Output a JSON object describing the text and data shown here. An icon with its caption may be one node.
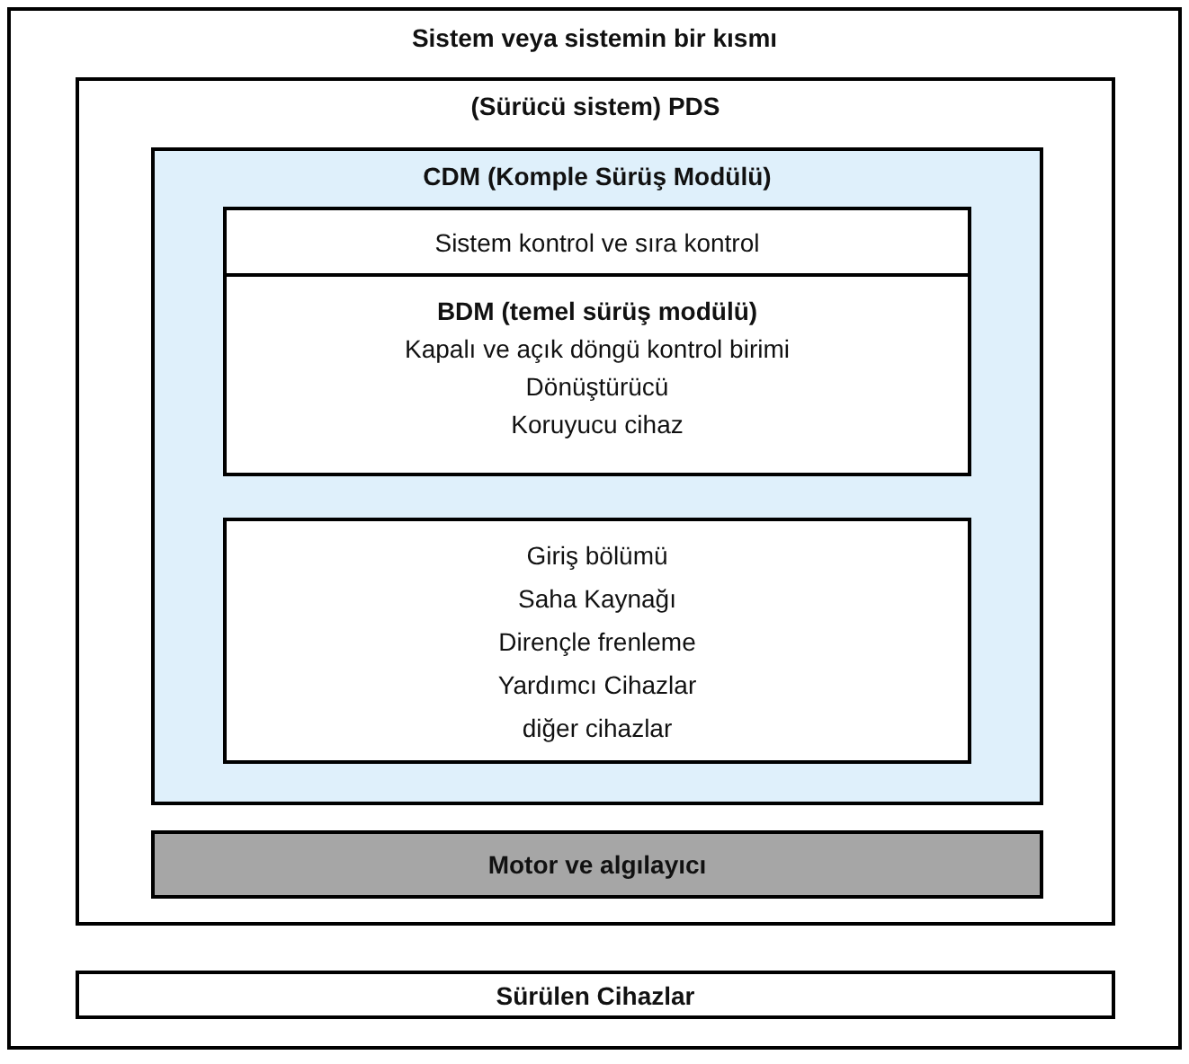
{
  "diagram": {
    "nodes": [
      {
        "text": [
          "Sistem veya sistemin bir kısmı"
        ]
      },
      {
        "text": [
          "(Sürücü sistem) PDS"
        ],
        "in": 0
      },
      {
        "text": [
          "CDM (Komple Sürüş Modülü)"
        ],
        "in": 1
      },
      {
        "text": [
          "Sistem kontrol ve sıra kontrol"
        ],
        "in": 2
      },
      {
        "text": [
          "BDM (temel sürüş modülü)",
          "Kapalı ve açık döngü kontrol birimi",
          "Dönüştürücü",
          "Koruyucu cihaz"
        ],
        "in": 2
      },
      {
        "text": [
          "Giriş bölümü",
          "Saha Kaynağı",
          "Dirençle frenleme",
          "Yardımcı Cihazlar",
          "diğer cihazlar"
        ],
        "in": 2
      },
      {
        "text": [
          "Motor ve algılayıcı"
        ],
        "in": 1
      },
      {
        "text": [
          "Sürülen Cihazlar"
        ],
        "in": 0
      }
    ]
  }
}
